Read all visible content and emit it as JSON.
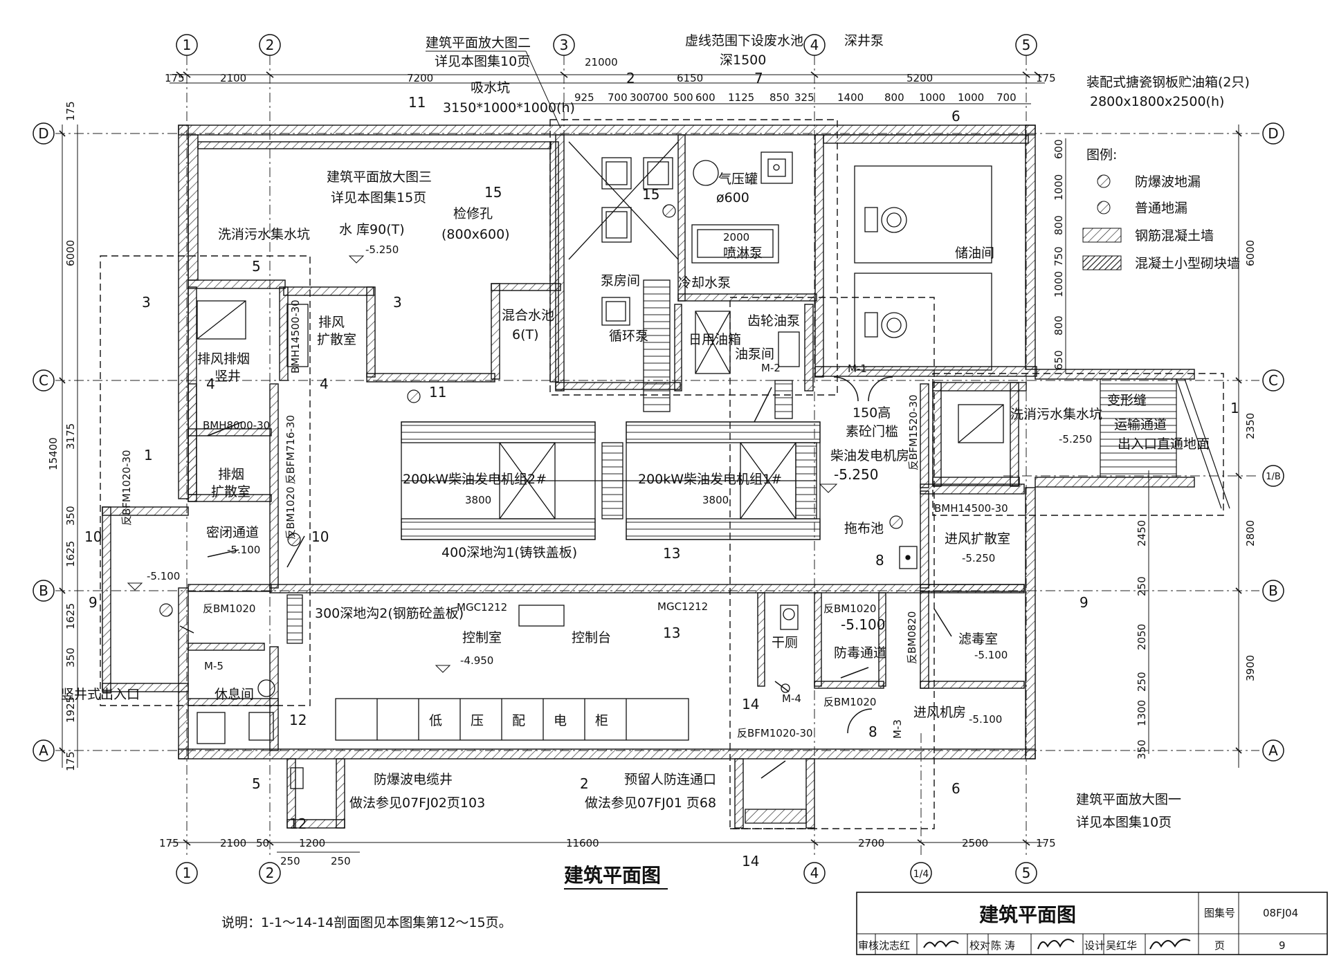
{
  "drawing": {
    "title": "建筑平面图",
    "note": "说明：1-1～14-14剖面图见本图集第12～15页。"
  },
  "title_block": {
    "name": "建筑平面图",
    "atlas_label": "图集号",
    "atlas_no": "08FJ04",
    "review_label": "审核",
    "reviewer": "沈志红",
    "check_label": "校对",
    "checker": "陈 涛",
    "design_label": "设计",
    "designer": "吴红华",
    "page_label": "页",
    "page_no": "9"
  },
  "legend": {
    "title": "图例:",
    "items": [
      "防爆波地漏",
      "普通地漏",
      "钢筋混凝土墙",
      "混凝土小型砌块墙"
    ]
  },
  "axes": {
    "columns": [
      "1",
      "2",
      "3",
      "4",
      "5"
    ],
    "col_bottom": [
      "1",
      "2",
      "4",
      "1/4",
      "5"
    ],
    "rows": [
      "D",
      "C",
      "1/B",
      "B",
      "A"
    ]
  },
  "dims": {
    "top_total": "21000",
    "top_row1": [
      "175",
      "2100",
      "7200",
      "6150",
      "5200",
      "175"
    ],
    "top_row2": [
      "925",
      "700",
      "300",
      "700",
      "500",
      "600",
      "1125",
      "850",
      "325",
      "1400",
      "800",
      "1000",
      "1000",
      "700"
    ],
    "bottom": [
      "175",
      "2100",
      "50",
      "1200",
      "11600",
      "2700",
      "2500",
      "175"
    ],
    "bottom_sub": [
      "250",
      "250"
    ],
    "left_total": "15400",
    "left": [
      "175",
      "6000",
      "3175",
      "350",
      "1625",
      "1625",
      "350",
      "1925",
      "175"
    ],
    "right": [
      "6000",
      "2350",
      "2800",
      "3900"
    ],
    "right_sub": [
      "2450",
      "250",
      "2050",
      "250",
      "1300",
      "350"
    ],
    "oil_room": [
      "600",
      "1000",
      "800",
      "750",
      "1000",
      "800",
      "650"
    ]
  },
  "rooms": {
    "water_tank": "水  库90(T)",
    "water_tank_level": "-5.250",
    "washout_pit": "洗消污水集水坑",
    "exhaust_shaft": "排风排烟\n竖井",
    "exhaust_diffuser": "排风\n扩散室",
    "smoke_diffuser": "排烟\n扩散室",
    "airtight": "密闭通道",
    "airtight_level": "-5.100",
    "mixing_pool": "混合水池\n6(T)",
    "pump_room": "泵房间",
    "circulating_pump": "循环泵",
    "cooling_pump": "冷却水泵",
    "spray_pump": "喷淋泵",
    "pressure_tank": "气压罐",
    "pressure_tank_dia": "ø600",
    "daily_tank": "日用油箱",
    "gear_pump": "齿轮油泵",
    "oil_pump_room": "油泵间",
    "oil_store": "储油间",
    "generator_room": "柴油发电机房",
    "generator_level": "-5.250",
    "gen2": "200kW柴油发电机组2#",
    "gen1": "200kW柴油发电机组1#",
    "mop": "拖布池",
    "control_room": "控制室",
    "control_level": "-4.950",
    "console": "控制台",
    "lv_cabinet": [
      "低",
      "压",
      "配",
      "电",
      "柜"
    ],
    "rest_room": "休息间",
    "dry_toilet": "干厕",
    "decon_passage": "防毒通道",
    "decon_level": "-5.100",
    "filter_room": "滤毒室",
    "filter_level": "-5.100",
    "intake_diffuser": "进风扩散室",
    "intake_diffuser_level": "-5.250",
    "intake_fan": "进风机房",
    "intake_fan_level": "-5.100",
    "washout_pit2": "洗消污水集水坑",
    "washout_pit2_level": "-5.250",
    "transport": "运输通道\n出入口直通地面",
    "deformation": "变形缝",
    "sill": "素砼门槛",
    "sill_h": "150高",
    "shaft_exit": "竖井式出入口",
    "shaft_exit_level": "-5.100"
  },
  "notes": {
    "enlarge2": "建筑平面放大图二",
    "enlarge2_ref": "详见本图集10页",
    "enlarge3": "建筑平面放大图三",
    "enlarge3_ref": "详见本图集15页",
    "enlarge1": "建筑平面放大图一",
    "enlarge1_ref": "详见本图集10页",
    "waste_pool": "虚线范围下设废水池",
    "waste_depth": "深1500",
    "deep_pump": "深井泵",
    "oil_tank": "装配式搪瓷钢板贮油箱(2只)",
    "oil_tank_size": "2800x1800x2500(h)",
    "suction_pit": "吸水坑",
    "suction_size": "3150*1000*1000(h)",
    "inspection": "检修孔",
    "inspection_size": "(800x600)",
    "trench1": "400深地沟1(铸铁盖板)",
    "trench2": "300深地沟2(钢筋砼盖板)",
    "cable_well": "防爆波电缆井",
    "cable_ref": "做法参见07FJ02页103",
    "reserve_conn": "预留人防连通口",
    "reserve_ref": "做法参见07FJ01 页68"
  },
  "doors": [
    "BMH14500-30",
    "BMH8000-30",
    "反BFM716-30",
    "反BFM1020-30",
    "反BM1020",
    "反BM1020",
    "反BM1020",
    "反BM0820",
    "反BM1020",
    "反BFM1020-30",
    "BMH14500-30",
    "反BFM1520-30",
    "MGC1212",
    "MGC1212",
    "M-1",
    "M-2",
    "M-3",
    "M-4",
    "M-5"
  ],
  "section_marks": [
    "1",
    "2",
    "3",
    "4",
    "5",
    "6",
    "7",
    "8",
    "9",
    "10",
    "11",
    "12",
    "13",
    "14",
    "15"
  ]
}
